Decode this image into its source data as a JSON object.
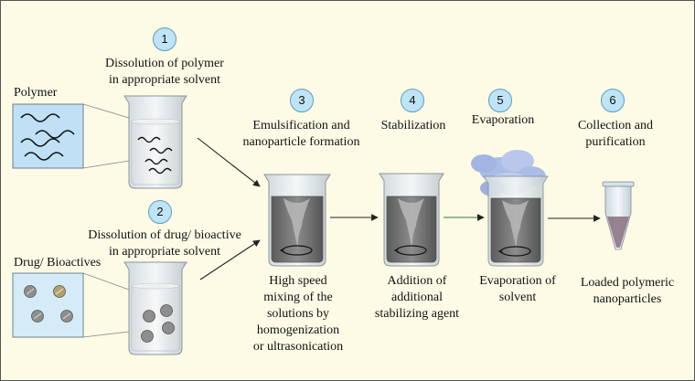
{
  "steps": [
    {
      "num": "1",
      "title_lines": [
        "Dissolution of polymer",
        "in appropriate solvent"
      ]
    },
    {
      "num": "2",
      "title_lines": [
        "Dissolution of drug/ bioactive",
        "in appropriate solvent"
      ]
    },
    {
      "num": "3",
      "title_lines": [
        "Emulsification and",
        "nanoparticle formation"
      ]
    },
    {
      "num": "4",
      "title_lines": [
        "Stabilization"
      ]
    },
    {
      "num": "5",
      "title_lines": [
        "Evaporation"
      ]
    },
    {
      "num": "6",
      "title_lines": [
        "Collection and",
        "purification"
      ]
    }
  ],
  "labels": {
    "polymer": "Polymer",
    "drug": "Drug/ Bioactives"
  },
  "captions": {
    "mixing": [
      "High speed",
      "mixing of the",
      "solutions by",
      "homogenization",
      "or ultrasonication"
    ],
    "stabilizing": [
      "Addition of",
      "additional",
      "stabilizing agent"
    ],
    "evaporation": [
      "Evaporation of",
      "solvent"
    ],
    "loaded": [
      "Loaded polymeric",
      "nanoparticles"
    ]
  },
  "colors": {
    "background": "#fdfbe6",
    "step_circle": "#bfe4f5",
    "polymer_box": "#bfe0f5",
    "drug_box": "#d5ecf8",
    "vapor": "#9db3e8"
  }
}
